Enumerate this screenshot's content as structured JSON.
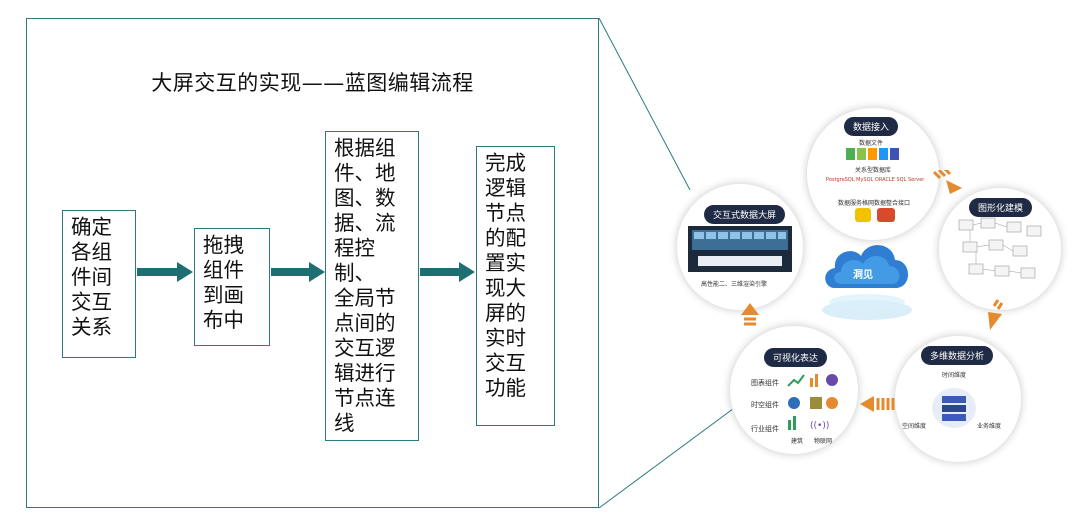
{
  "title": "大屏交互的实现——蓝图编辑流程",
  "steps": [
    "确定\n各组\n件间\n交互\n关系",
    "拖拽\n组件\n到画\n布中",
    "根据组\n件、地\n图、数\n据、流\n程控制、\n全局节\n点间的\n交互逻\n辑进行\n节点连\n线",
    "完成\n逻辑\n节点\n的配\n置实\n现大\n屏的\n实时\n交互\n功能"
  ],
  "colors": {
    "frame": "#2a7a80",
    "arrow": "#1d6f74",
    "pill": "#1f2a44",
    "orange": "#e58a2e"
  },
  "right_graphic": {
    "center_label": "洞见",
    "data_input": {
      "label": "数据接入",
      "line1": "数据文件",
      "line2": "关系型数据库",
      "logos": "PostgreSQL  MySQL  ORACLE  SQL Server",
      "line3": "数据服务格网数据整合接口"
    },
    "graph_model": {
      "label": "图形化建模"
    },
    "multi_analysis": {
      "label": "多维数据分析",
      "time_dim": "时间维度",
      "space_dim": "空间维度",
      "business_dim": "业务维度"
    },
    "visual_expr": {
      "label": "可视化表达",
      "row1": "图表组件",
      "row2": "时空组件",
      "row3": "行业组件",
      "sub1": "建筑",
      "sub2": "物联网"
    },
    "interactive_screen": {
      "label": "交互式数据大屏",
      "caption": "高性能二、三维渲染引擎"
    }
  }
}
